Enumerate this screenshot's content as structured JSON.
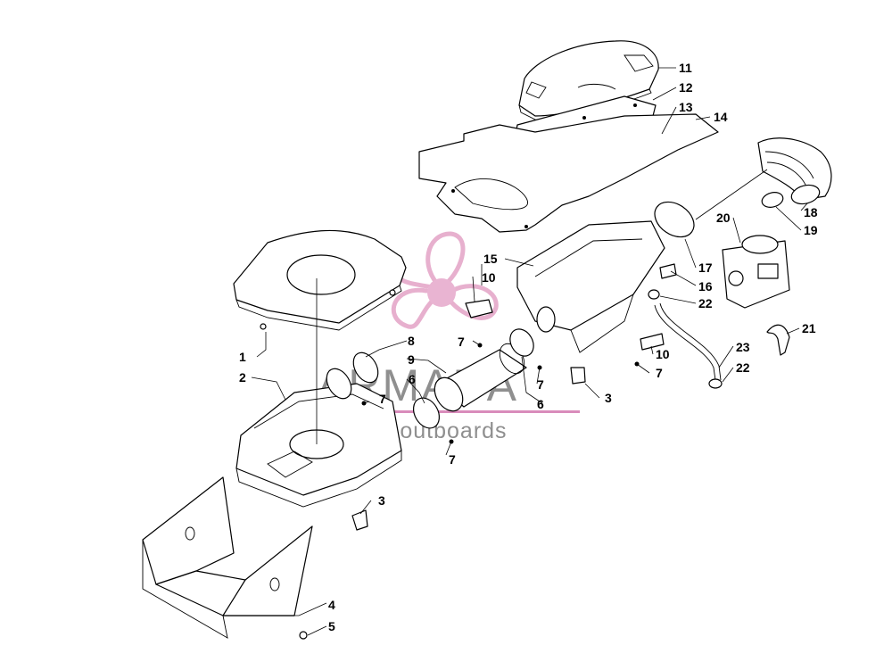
{
  "watermark": {
    "brand": "ARMADA",
    "tagline": "marine outboards",
    "logo_color": "#e3a3c6",
    "logo_center_color": "#e6a8cb",
    "text_color": "#8f8f8f",
    "underline_color": "#d98cbb"
  },
  "callouts": [
    {
      "id": "c1",
      "label": "1"
    },
    {
      "id": "c2",
      "label": "2"
    },
    {
      "id": "c3a",
      "label": "3"
    },
    {
      "id": "c3b",
      "label": "3"
    },
    {
      "id": "c4",
      "label": "4"
    },
    {
      "id": "c5",
      "label": "5"
    },
    {
      "id": "c6a",
      "label": "6"
    },
    {
      "id": "c6b",
      "label": "6"
    },
    {
      "id": "c7a",
      "label": "7"
    },
    {
      "id": "c7b",
      "label": "7"
    },
    {
      "id": "c7c",
      "label": "7"
    },
    {
      "id": "c7d",
      "label": "7"
    },
    {
      "id": "c7e",
      "label": "7"
    },
    {
      "id": "c8",
      "label": "8"
    },
    {
      "id": "c9",
      "label": "9"
    },
    {
      "id": "c10a",
      "label": "10"
    },
    {
      "id": "c10b",
      "label": "10"
    },
    {
      "id": "c11",
      "label": "11"
    },
    {
      "id": "c12",
      "label": "12"
    },
    {
      "id": "c13",
      "label": "13"
    },
    {
      "id": "c14",
      "label": "14"
    },
    {
      "id": "c15",
      "label": "15"
    },
    {
      "id": "c16",
      "label": "16"
    },
    {
      "id": "c17",
      "label": "17"
    },
    {
      "id": "c18",
      "label": "18"
    },
    {
      "id": "c19",
      "label": "19"
    },
    {
      "id": "c20",
      "label": "20"
    },
    {
      "id": "c21",
      "label": "21"
    },
    {
      "id": "c22a",
      "label": "22"
    },
    {
      "id": "c22b",
      "label": "22"
    },
    {
      "id": "c23",
      "label": "23"
    }
  ]
}
